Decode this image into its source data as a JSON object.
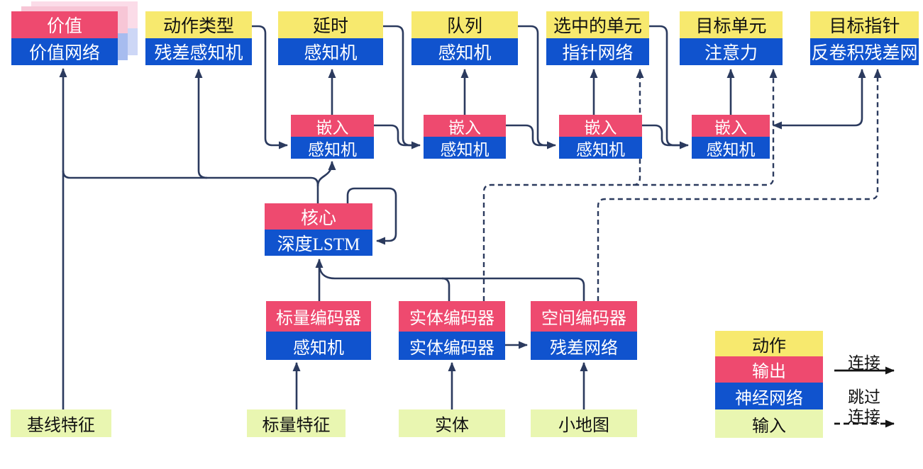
{
  "diagram": {
    "title_hint": "agent-network-architecture-diagram",
    "nodes": {
      "value": {
        "header": "价值",
        "body": "价值网络"
      },
      "action_type": {
        "header": "动作类型",
        "body": "残差感知机"
      },
      "delay": {
        "header": "延时",
        "body": "感知机"
      },
      "queue": {
        "header": "队列",
        "body": "感知机"
      },
      "selected_units": {
        "header": "选中的单元",
        "body": "指针网络"
      },
      "target_unit": {
        "header": "目标单元",
        "body": "注意力"
      },
      "target_point": {
        "header": "目标指针",
        "body": "反卷积残差网"
      },
      "embed_1": {
        "header": "嵌入",
        "body": "感知机"
      },
      "embed_2": {
        "header": "嵌入",
        "body": "感知机"
      },
      "embed_3": {
        "header": "嵌入",
        "body": "感知机"
      },
      "embed_4": {
        "header": "嵌入",
        "body": "感知机"
      },
      "core": {
        "header": "核心",
        "body": "深度LSTM"
      },
      "scalar_encoder": {
        "header": "标量编码器",
        "body": "感知机"
      },
      "entity_encoder": {
        "header": "实体编码器",
        "body": "实体编码器"
      },
      "spatial_encoder": {
        "header": "空间编码器",
        "body": "残差网络"
      },
      "baseline_features": {
        "label": "基线特征"
      },
      "scalar_features": {
        "label": "标量特征"
      },
      "entities": {
        "label": "实体"
      },
      "minimap": {
        "label": "小地图"
      }
    },
    "legend": {
      "action": "动作",
      "output": "输出",
      "network": "神经网络",
      "input": "输入",
      "connection_label": "连接",
      "skip_label_line1": "跳过",
      "skip_label_line2": "连接"
    },
    "colors": {
      "action_yellow": "#f7e96e",
      "output_pink": "#ee4a6f",
      "network_blue": "#1053ce",
      "input_green": "#e9f6b1",
      "connector_navy": "#2b3a5e",
      "legend_arrow_black": "#141414",
      "value_shadow_pink_near": "#f7c6d6",
      "value_shadow_blue_near": "#a7bcef",
      "value_shadow_pink_far": "#fbdce8",
      "value_shadow_blue_far": "#cdd7f6"
    }
  }
}
